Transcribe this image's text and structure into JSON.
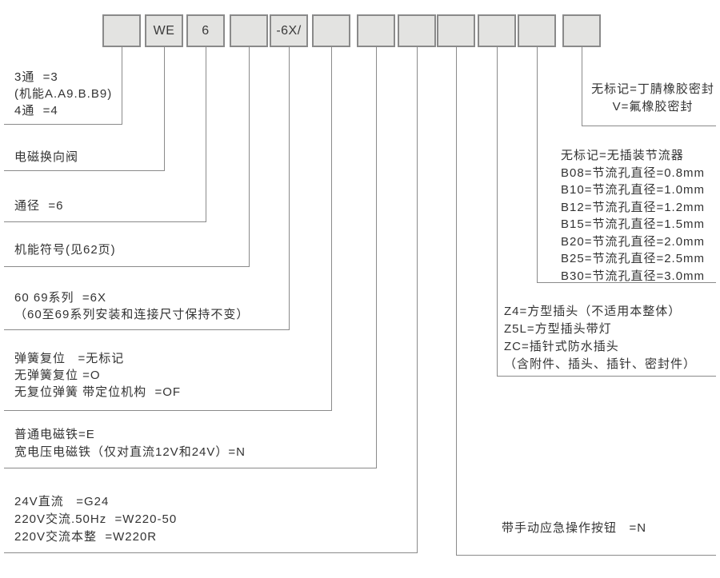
{
  "diagram": {
    "type": "model-code-designation",
    "product": "电磁换向阀"
  },
  "colors": {
    "background": "#ffffff",
    "box_fill": "#e3e3e1",
    "box_border": "#8a8a8a",
    "connector_line": "#8a8a8a",
    "text": "#333333"
  },
  "boxes": [
    {
      "label": ""
    },
    {
      "label": "WE"
    },
    {
      "label": "6"
    },
    {
      "label": ""
    },
    {
      "label": "-6X/"
    },
    {
      "label": ""
    },
    {
      "label": ""
    },
    {
      "label": ""
    },
    {
      "label": ""
    },
    {
      "label": ""
    },
    {
      "label": ""
    },
    {
      "label": ""
    }
  ],
  "left_annotations": [
    {
      "lines": [
        "3通  =3",
        "(机能A.A9.B.B9)",
        "4通  =4"
      ]
    },
    {
      "lines": [
        "电磁换向阀"
      ]
    },
    {
      "lines": [
        "通径  =6"
      ]
    },
    {
      "lines": [
        "机能符号(见62页)"
      ]
    },
    {
      "lines": [
        "60 69系列  =6X",
        "（60至69系列安装和连接尺寸保持不变）"
      ]
    },
    {
      "lines": [
        "弹簧复位   =无标记",
        "无弹簧复位 =O",
        "无复位弹簧 带定位机构  =OF"
      ]
    },
    {
      "lines": [
        "普通电磁铁=E",
        "宽电压电磁铁（仅对直流12V和24V）=N"
      ]
    },
    {
      "lines": [
        "24V直流   =G24",
        "220V交流.50Hz  =W220-50",
        "220V交流本整  =W220R"
      ]
    }
  ],
  "right_annotations": [
    {
      "lines": [
        "无标记=丁腈橡胶密封",
        "V=氟橡胶密封"
      ]
    },
    {
      "lines": [
        "无标记=无插装节流器",
        "B08=节流孔直径=0.8mm",
        "B10=节流孔直径=1.0mm",
        "B12=节流孔直径=1.2mm",
        "B15=节流孔直径=1.5mm",
        "B20=节流孔直径=2.0mm",
        "B25=节流孔直径=2.5mm",
        "B30=节流孔直径=3.0mm"
      ]
    },
    {
      "lines": [
        "Z4=方型插头（不适用本整体）",
        "Z5L=方型插头带灯",
        "ZC=插针式防水插头",
        "（含附件、插头、插针、密封件）"
      ]
    },
    {
      "lines": [
        "带手动应急操作按钮   =N"
      ]
    }
  ]
}
